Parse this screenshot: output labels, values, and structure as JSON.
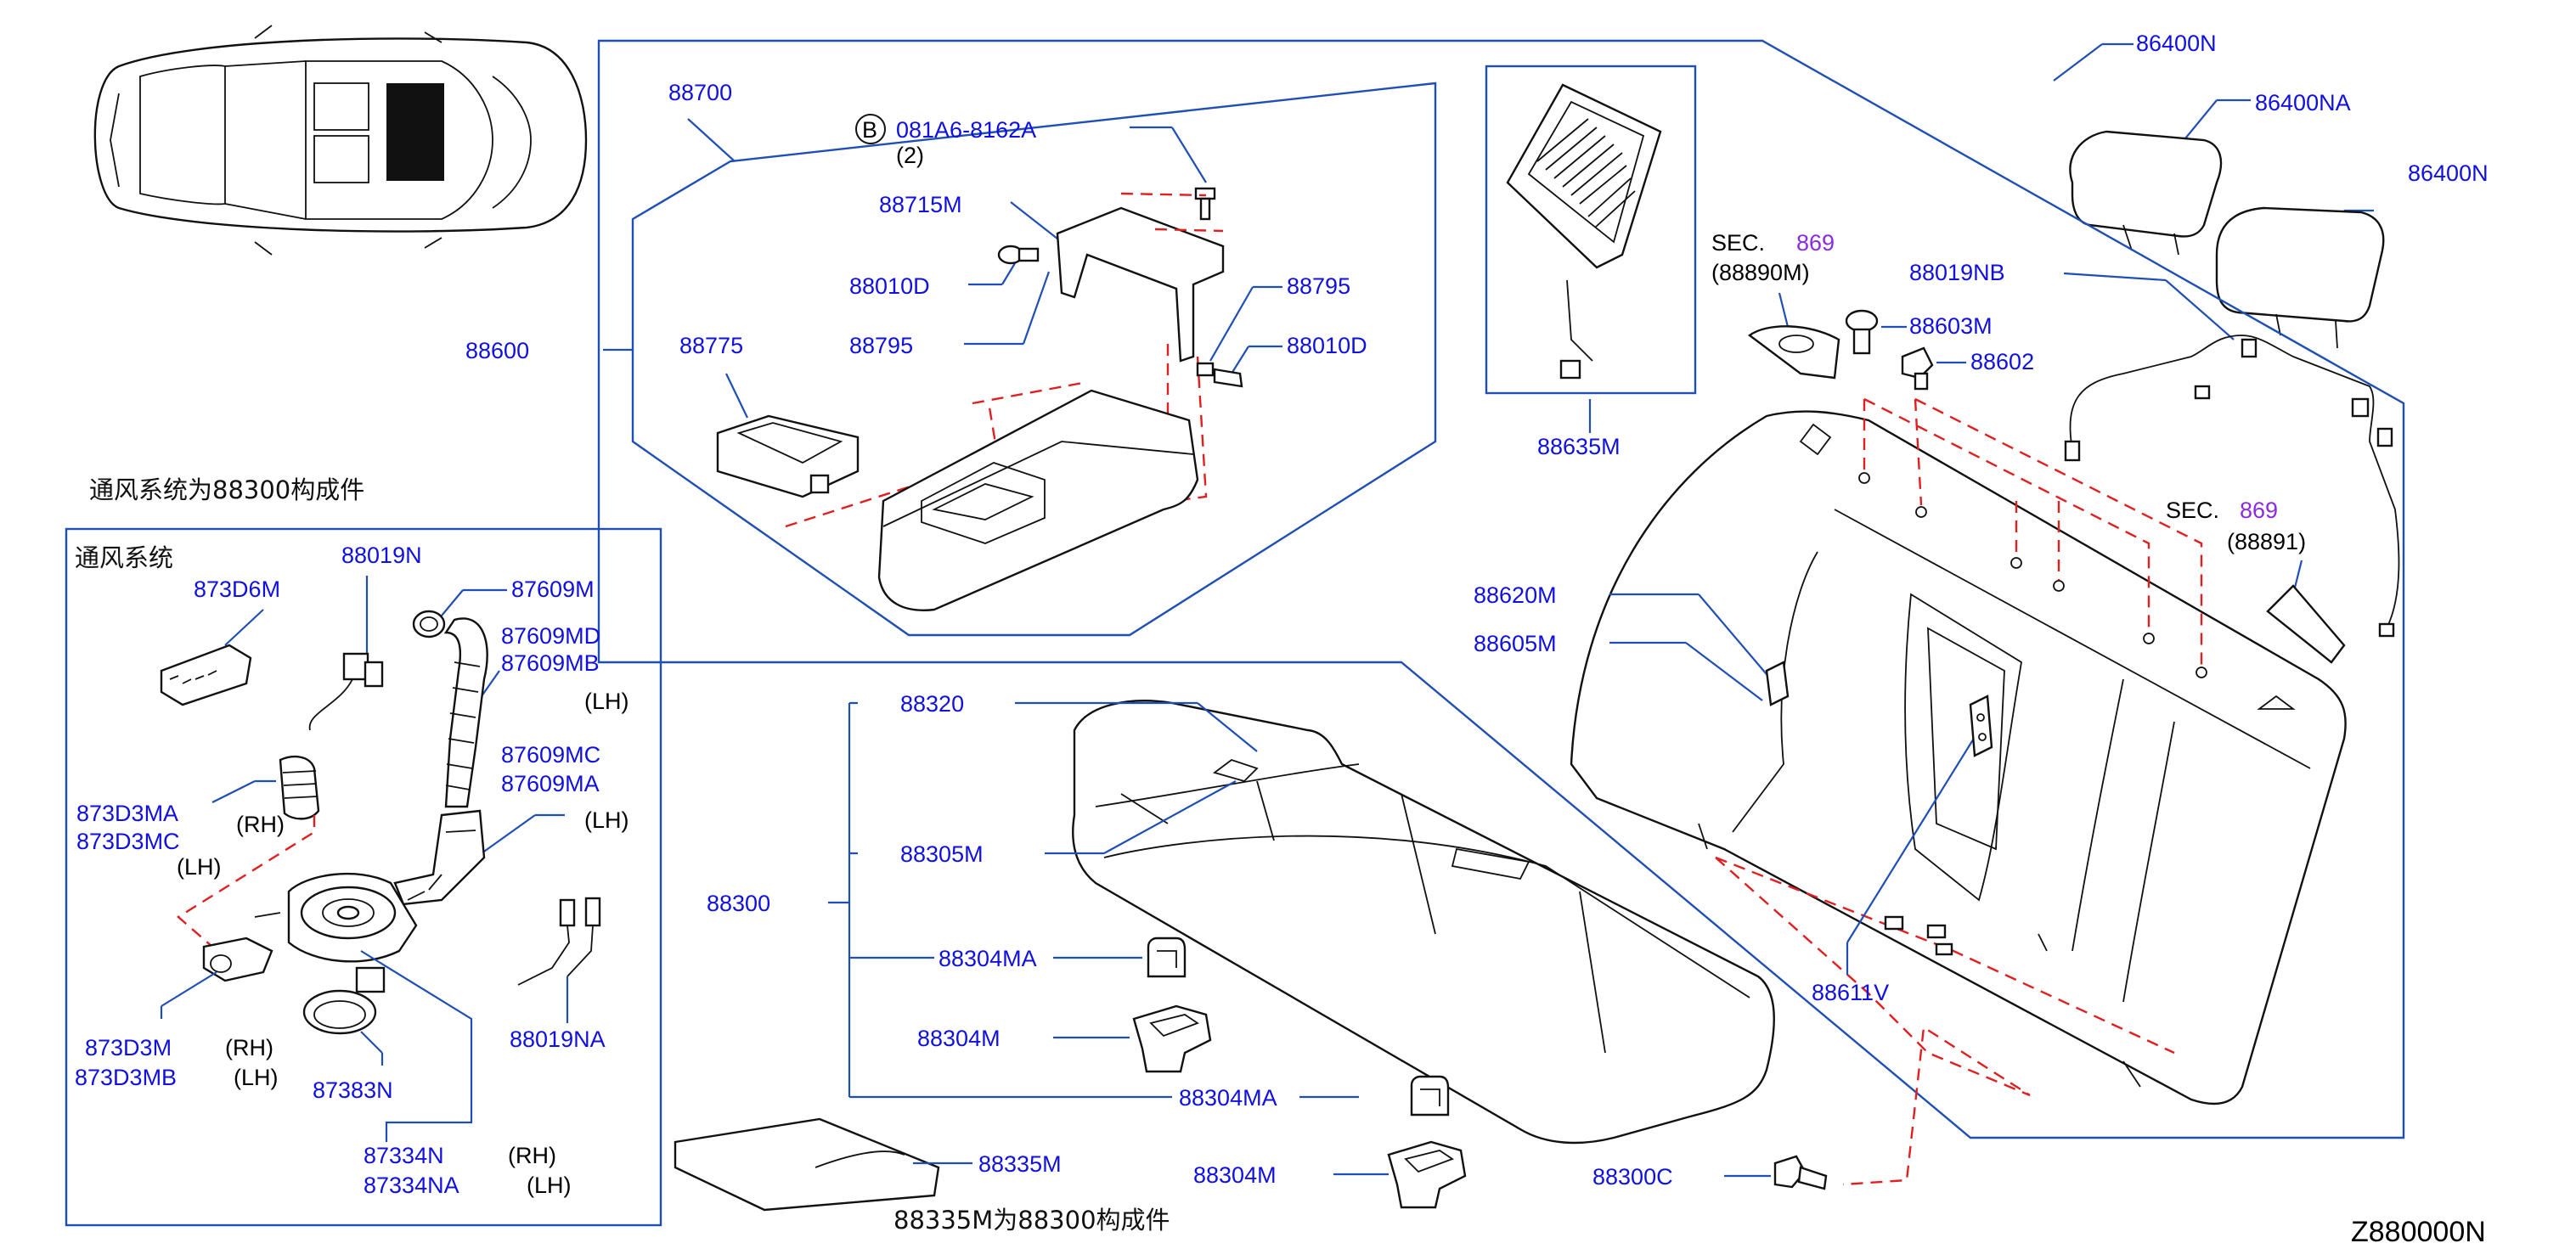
{
  "diagram": {
    "code": "Z880000N",
    "note_vent": "通风系统为88300构成件",
    "note_88335M": "88335M为88300构成件",
    "inset_title": "通风系统",
    "labels": {
      "l86400N_top": "86400N",
      "l86400NA": "86400NA",
      "l86400N_right": "86400N",
      "l88019NB": "88019NB",
      "sec_a": "SEC.",
      "sec_a_num": "869",
      "sec_a_ref": "(88890M)",
      "l88603M": "88603M",
      "l88602": "88602",
      "sec_b": "SEC.",
      "sec_b_num": "869",
      "sec_b_ref": "(88891)",
      "l88635M": "88635M",
      "l88700": "88700",
      "bolt_letter": "B",
      "l081A6": "081A6-8162A",
      "l081A6_qty": "(2)",
      "l88715M": "88715M",
      "l88010D_a": "88010D",
      "l88795_a": "88795",
      "l88795_b": "88795",
      "l88010D_b": "88010D",
      "l88775": "88775",
      "l88600": "88600",
      "l88620M": "88620M",
      "l88605M": "88605M",
      "l88611V": "88611V",
      "l88320": "88320",
      "l88305M": "88305M",
      "l88300": "88300",
      "l88304MA_a": "88304MA",
      "l88304M_a": "88304M",
      "l88304MA_b": "88304MA",
      "l88304M_b": "88304M",
      "l88300C": "88300C",
      "l88335M": "88335M",
      "l873D6M": "873D6M",
      "l88019N": "88019N",
      "l87609M": "87609M",
      "l87609MD": "87609MD",
      "l87609MB": "87609MB",
      "lh_1": "(LH)",
      "l87609MC": "87609MC",
      "l87609MA": "87609MA",
      "lh_2": "(LH)",
      "l873D3MA": "873D3MA",
      "rh_1": "(RH)",
      "l873D3MC": "873D3MC",
      "lh_3": "(LH)",
      "l873D3M": "873D3M",
      "rh_2": "(RH)",
      "l873D3MB": "873D3MB",
      "lh_4": "(LH)",
      "l87383N": "87383N",
      "l88019NA": "88019NA",
      "l87334N": "87334N",
      "rh_3": "(RH)",
      "l87334NA": "87334NA",
      "lh_5": "(LH)"
    }
  },
  "colors": {
    "label_blue": "#1010e0",
    "section_purple": "#8a2be2",
    "leader_blue": "#1f4fb4",
    "dashed_red": "#e02020"
  }
}
